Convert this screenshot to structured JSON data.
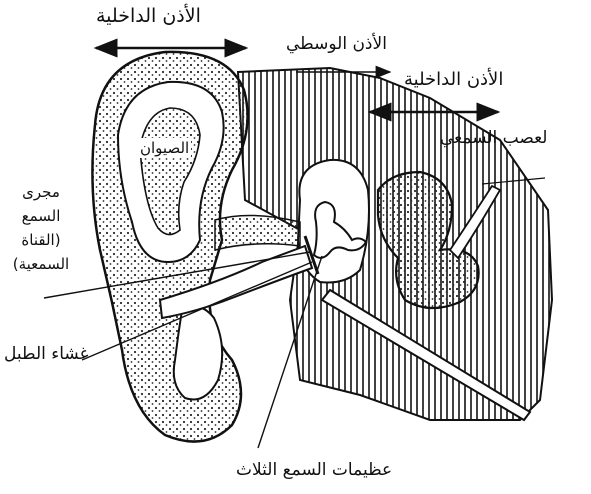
{
  "labels": {
    "outer_ear": "الأذن الداخلية",
    "middle_ear": "الأذن الوسطي",
    "inner_ear": "الأذن الداخلية",
    "auditory_nerve": "لعصب السمعي",
    "pinna": "الصيوان",
    "ear_canal": "مجرى السمع (القناة السمعية)",
    "eardrum": "غشاء الطبل",
    "ossicles": "عظيمات السمع الثلاث"
  },
  "colors": {
    "ink": "#111111",
    "paper": "#ffffff",
    "stipple": "#2a2a2a"
  }
}
